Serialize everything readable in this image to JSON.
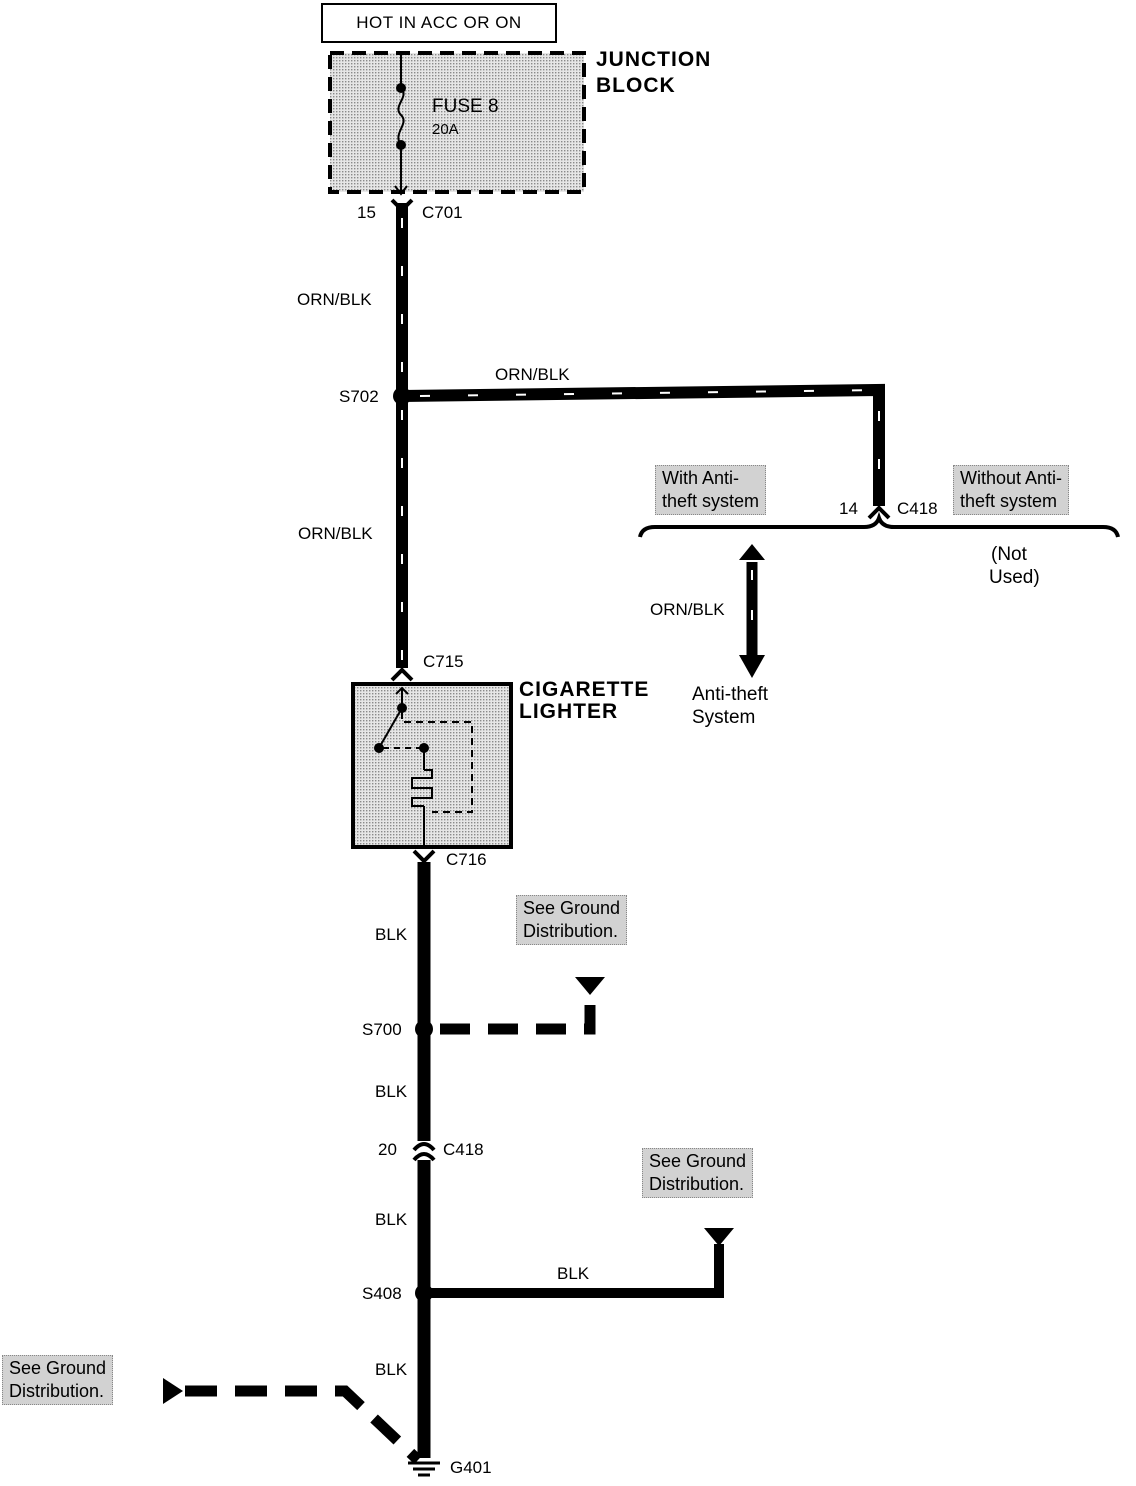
{
  "header": {
    "power_condition": "HOT IN ACC OR ON"
  },
  "junction_block": {
    "title_line1": "JUNCTION",
    "title_line2": "BLOCK",
    "fuse_name": "FUSE 8",
    "fuse_rating": "20A"
  },
  "connectors": {
    "c701": {
      "id": "C701",
      "pin": "15"
    },
    "c715": {
      "id": "C715"
    },
    "c716": {
      "id": "C716"
    },
    "c418_anti": {
      "id": "C418",
      "pin": "14"
    },
    "c418_ground": {
      "id": "C418",
      "pin": "20"
    }
  },
  "splices": {
    "s702": "S702",
    "s700": "S700",
    "s408": "S408"
  },
  "ground": {
    "g401": "G401"
  },
  "wires": {
    "orn_blk_1": "ORN/BLK",
    "orn_blk_branch": "ORN/BLK",
    "orn_blk_2": "ORN/BLK",
    "orn_blk_anti": "ORN/BLK",
    "blk_1": "BLK",
    "blk_2": "BLK",
    "blk_3": "BLK",
    "blk_branch": "BLK",
    "blk_4": "BLK"
  },
  "lighter": {
    "title_line1": "CIGARETTE",
    "title_line2": "LIGHTER"
  },
  "options": {
    "with_anti": "With Anti-\ntheft system",
    "without_anti": "Without Anti-\ntheft system",
    "not_used_line1": "(Not",
    "not_used_line2": "Used)"
  },
  "anti_theft": {
    "line1": "Anti-theft",
    "line2": "System"
  },
  "notes": {
    "ground_1": "See Ground\nDistribution.",
    "ground_2": "See Ground\nDistribution.",
    "ground_3": "See Ground\nDistribution."
  },
  "colors": {
    "ink": "#000000",
    "shade": "#d2d2d2",
    "wire_stripe": "#ffffff"
  }
}
